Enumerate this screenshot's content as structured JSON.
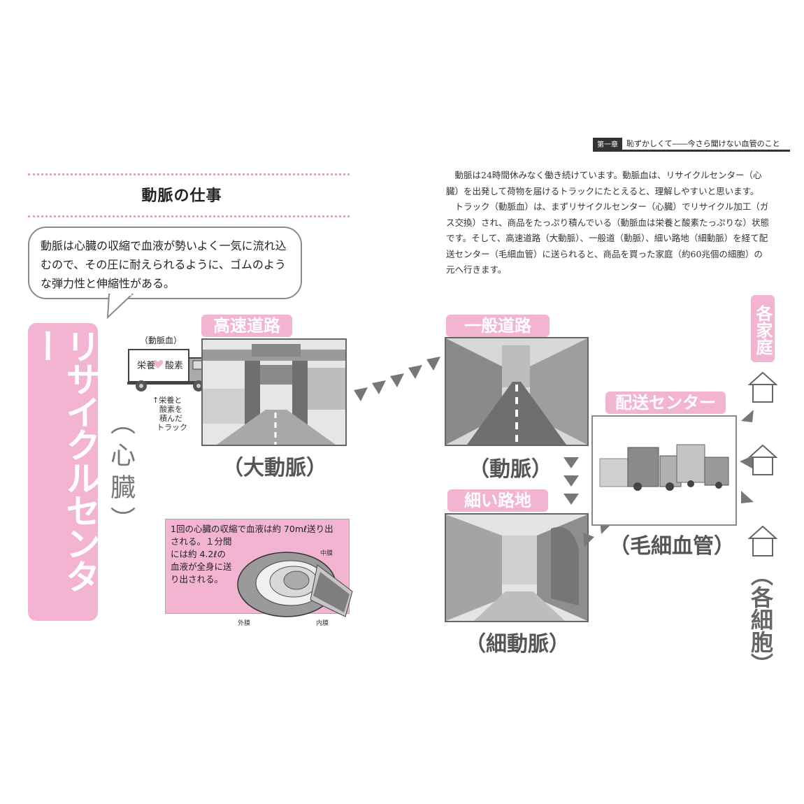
{
  "header": {
    "chapter": "第一章",
    "title": "恥ずかしくて――今さら聞けない血管のこと"
  },
  "section_title": "動脈の仕事",
  "bubble": {
    "lines": [
      "動脈は心臓の収縮で血液が勢いよく一気に流れ込",
      "むので、その圧に耐えられるように、ゴムのよう",
      "な弾力性と伸縮性がある。"
    ]
  },
  "body": {
    "paragraphs": [
      "動脈は24時間休みなく働き続けています。動脈血は、リサイクルセンター（心臓）を出発して荷物を届けるトラックにたとえると、理解しやすいと思います。",
      "トラック（動脈血）は、まずリサイクルセンター（心臓）でリサイクル加工（ガス交換）され、商品をたっぷり積んでいる（動脈血は栄養と酸素たっぷりな）状態です。そして、高速道路（大動脈）、一般道（動脈）、細い路地（細動脈）を経て配送センター（毛細血管）に送られると、商品を買った家庭（約60兆個の細胞）の元へ行きます。"
    ]
  },
  "diagram": {
    "recycle_center": "リサイクルセンター",
    "heart": "（心臓）",
    "truck_title": "（動脈血）",
    "truck_sign_left": "栄養",
    "truck_sign_right": "酸素",
    "truck_note": [
      "↑栄養と",
      "酸素を",
      "積んだ",
      "トラック"
    ],
    "highway_tag": "高速道路",
    "highway_label": "（大動脈）",
    "road_tag": "一般道路",
    "road_label": "（動脈）",
    "alley_tag": "細い路地",
    "alley_label": "（細動脈）",
    "delivery_tag": "配送センター",
    "delivery_label": "（毛細血管）",
    "homes_tag": "各家庭",
    "cells_label": "（各細胞）"
  },
  "info_box": {
    "lines": [
      "1回の心臓の収縮で血液は約 70mℓ送り出",
      "される。１分間",
      "には約 4.2ℓの",
      "血液が全身に送",
      "り出される。"
    ],
    "label_middle": "中膜",
    "label_outer": "外膜",
    "label_inner": "内膜"
  },
  "colors": {
    "pink": "#f2b4d0",
    "gray_text": "#555555",
    "arrow_gray": "#777777"
  }
}
